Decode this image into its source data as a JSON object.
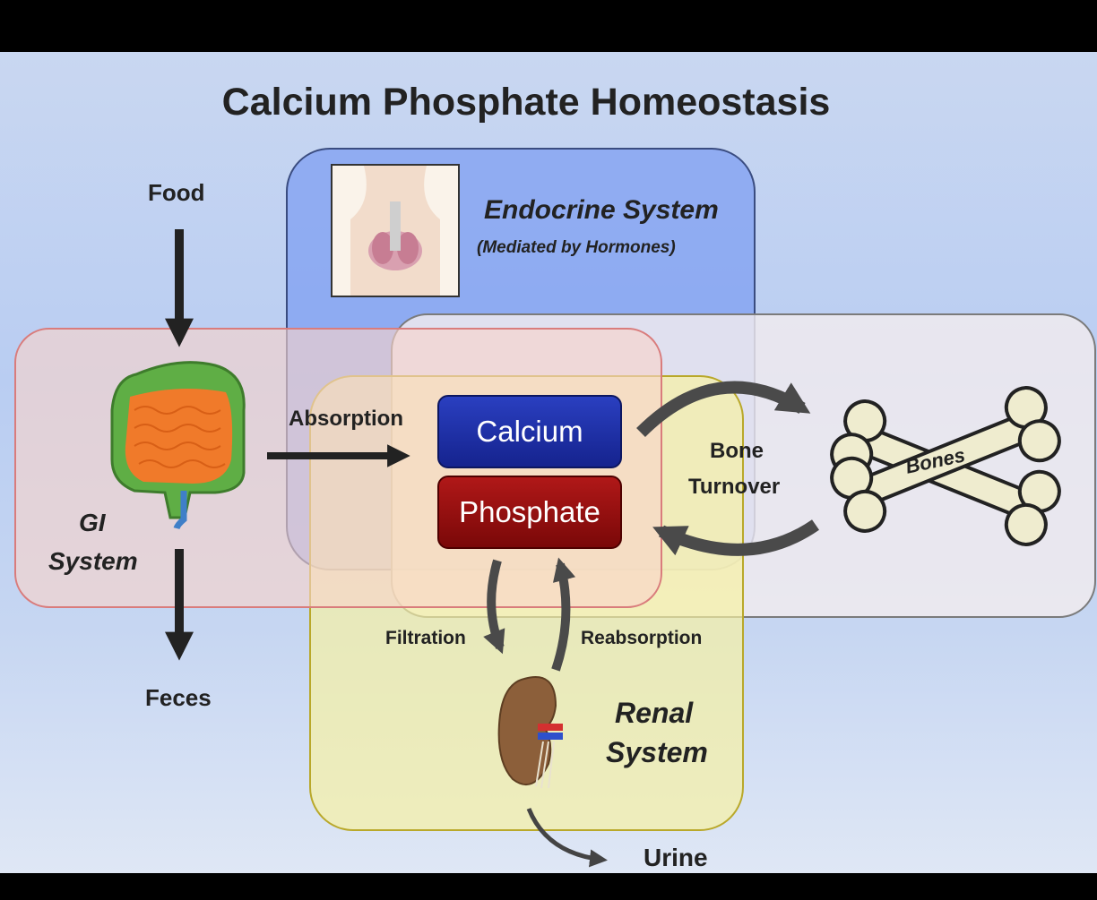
{
  "title": "Calcium Phosphate Homeostasis",
  "systems": {
    "endocrine": {
      "name": "Endocrine System",
      "subtitle": "(Mediated by Hormones)"
    },
    "gi": {
      "name_line1": "GI",
      "name_line2": "System"
    },
    "renal": {
      "name_line1": "Renal",
      "name_line2": "System"
    },
    "bones": {
      "label": "Bones"
    }
  },
  "center": {
    "calcium": "Calcium",
    "phosphate": "Phosphate"
  },
  "flows": {
    "food": "Food",
    "feces": "Feces",
    "absorption": "Absorption",
    "bone_turnover_line1": "Bone",
    "bone_turnover_line2": "Turnover",
    "filtration": "Filtration",
    "reabsorption": "Reabsorption",
    "urine": "Urine"
  },
  "colors": {
    "endocrine_region": "#7f9ff2",
    "gi_region": "#f6d2c8",
    "bones_region": "#ece6ea",
    "renal_region": "#f7f0a6",
    "calcium": "#1e30a8",
    "phosphate": "#9b1010",
    "arrow": "#222222",
    "cycle_arrow": "#4a4a4a"
  }
}
